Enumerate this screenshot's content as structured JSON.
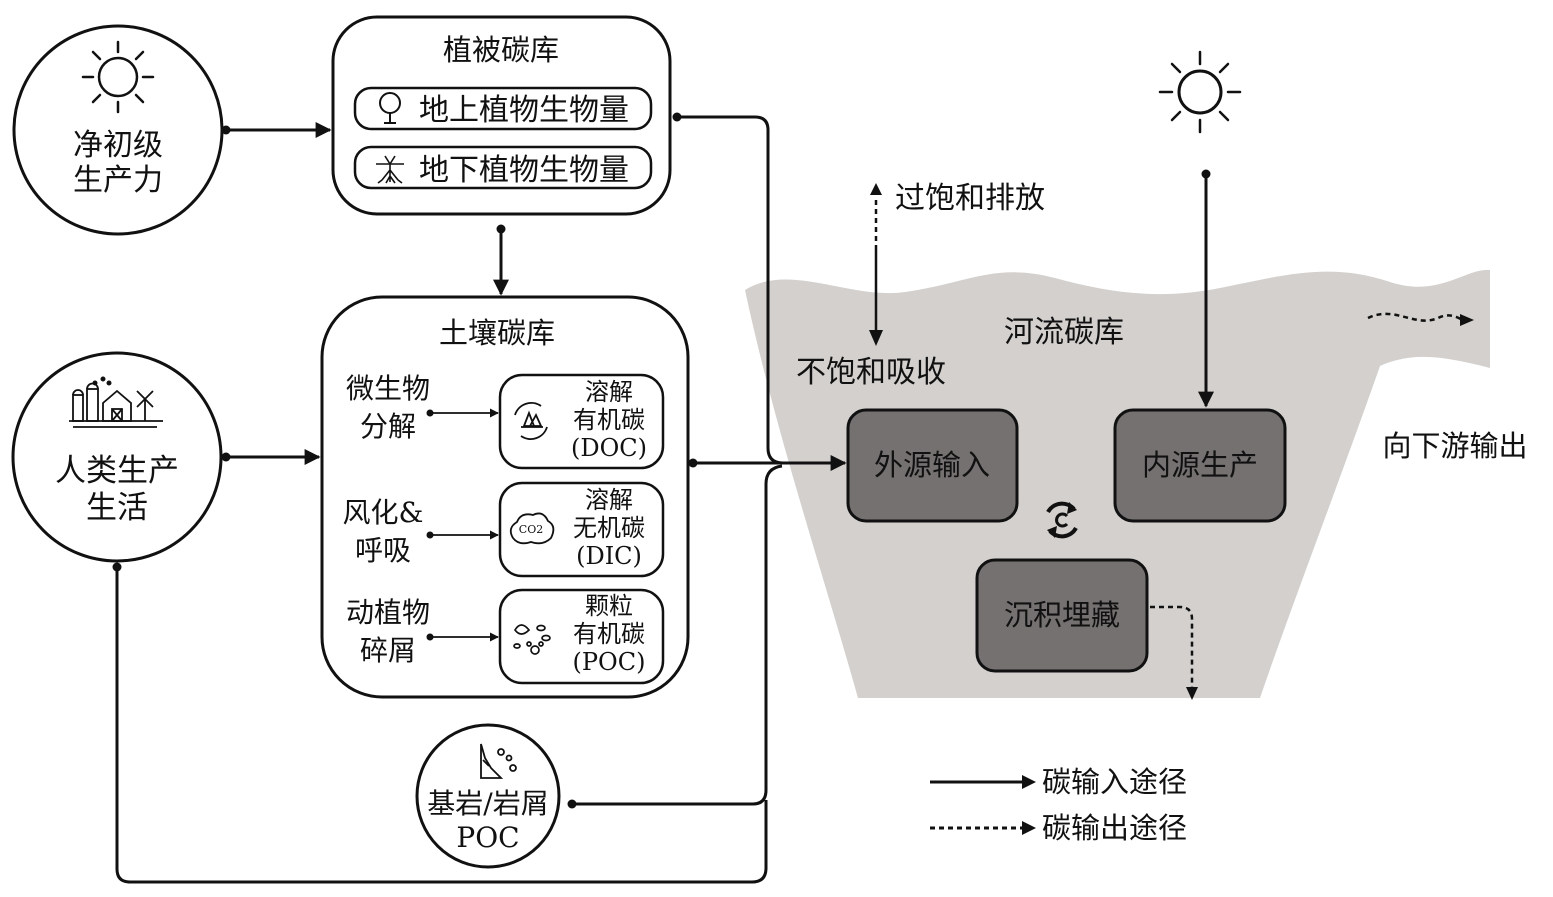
{
  "npp": {
    "line1": "净初级",
    "line2": "生产力"
  },
  "vegetation": {
    "title": "植被碳库",
    "above": "地上植物生物量",
    "below": "地下植物生物量"
  },
  "soil": {
    "title": "土壤碳库",
    "rows": [
      {
        "source_line1": "微生物",
        "source_line2": "分解",
        "pool_line1": "溶解",
        "pool_line2": "有机碳",
        "pool_line3": "(DOC)"
      },
      {
        "source_line1": "风化&",
        "source_line2": "呼吸",
        "pool_line1": "溶解",
        "pool_line2": "无机碳",
        "pool_line3": "(DIC)"
      },
      {
        "source_line1": "动植物",
        "source_line2": "碎屑",
        "pool_line1": "颗粒",
        "pool_line2": "有机碳",
        "pool_line3": "(POC)"
      }
    ]
  },
  "human": {
    "line1": "人类生产",
    "line2": "生活"
  },
  "bedrock": {
    "line1": "基岩/岩屑",
    "line2": "POC"
  },
  "river": {
    "title": "河流碳库",
    "oversaturated": "过饱和排放",
    "undersaturated": "不饱和吸收",
    "external": "外源输入",
    "internal": "内源生产",
    "burial": "沉积埋藏",
    "downstream": "向下游输出"
  },
  "legend": {
    "input": "碳输入途径",
    "output": "碳输出途径"
  },
  "colors": {
    "line": "#111111",
    "river_fill": "#d3d0ce",
    "process_box_fill": "#757170",
    "background": "#ffffff"
  },
  "icons": {
    "sun": "sun-icon",
    "tree": "tree-icon",
    "roots": "roots-icon",
    "farm": "farm-icon",
    "leaves_cycle": "leaves-cycle-icon",
    "co2_cloud": "co2-cloud-icon",
    "debris": "leaf-debris-icon",
    "rock": "rock-slope-icon",
    "cycle": "cycle-icon"
  }
}
